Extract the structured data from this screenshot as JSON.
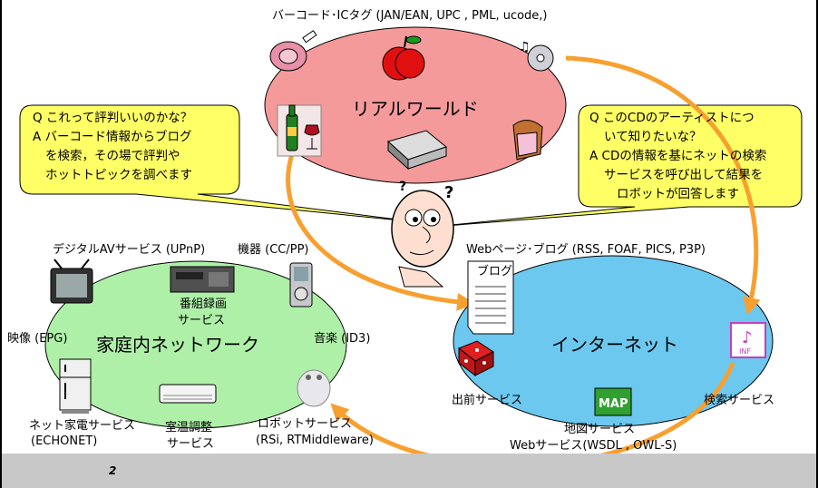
{
  "slide": {
    "page_number": "2"
  },
  "real_world": {
    "title": "リアルワールド",
    "caption": "バーコード･ICタグ (JAN/EAN, UPC  , PML, ucode,)"
  },
  "home_network": {
    "title": "家庭内ネットワーク",
    "labels": {
      "digital_av": "デジタルAVサービス (UPnP)",
      "device": "機器 (CC/PP)",
      "recording_1": "番組録画",
      "recording_2": "サービス",
      "video": "映像 (EPG)",
      "music": "音楽 (ID3)",
      "appliance_1": "ネット家電サービス",
      "appliance_2": "(ECHONET)",
      "room_temp_1": "室温調整",
      "room_temp_2": "サービス",
      "robot_1": "ロボットサービス",
      "robot_2": "(RSi, RTMiddleware)"
    }
  },
  "internet": {
    "title": "インターネット",
    "labels": {
      "web_blog": "Webページ･ブログ (RSS, FOAF, PICS, P3P)",
      "blog_doc": "ブログ",
      "delivery": "出前サービス",
      "search": "検索サービス",
      "map_1": "地図サービス",
      "map_2": "Webサービス(WSDL , OWL-S)",
      "map_icon_text": "MAP",
      "inf_icon_text": "INF"
    }
  },
  "callouts": {
    "left": [
      "Q これって評判いいのかな？",
      "A バーコード情報からブログ",
      "を検索，その場で評判や",
      "ホットトピックを調べます"
    ],
    "right": [
      "Q このCDのアーティストにつ",
      "いて知りたいな？",
      "A CDの情報を基にネットの検索",
      "サービスを呼び出して結果を",
      "ロボットが回答します"
    ]
  },
  "colors": {
    "real_world_fill": "#f49a9a",
    "home_network_fill": "#aef0a8",
    "internet_fill": "#6cc8ee",
    "callout_fill": "#ffff66",
    "arrow": "#f7a030",
    "footer": "#c8c8c8"
  },
  "icons": [
    "ham-icon",
    "apple-icon",
    "cd-icon",
    "wine-bottle-icon",
    "book-icon",
    "toast-icon",
    "thinking-man-icon",
    "tv-icon",
    "video-recorder-icon",
    "audio-player-icon",
    "refrigerator-icon",
    "air-conditioner-icon",
    "robot-icon",
    "blog-document-icon",
    "dice-icon",
    "map-icon",
    "music-file-icon"
  ]
}
